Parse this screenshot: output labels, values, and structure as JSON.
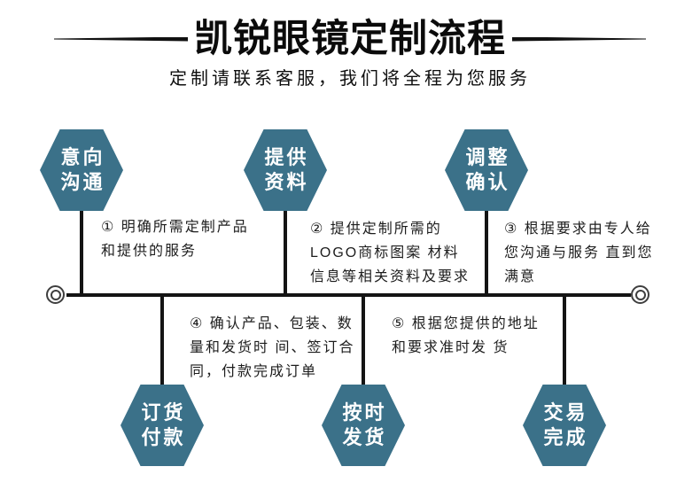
{
  "header": {
    "title": "凯锐眼镜定制流程",
    "subtitle": "定制请联系客服，我们将全程为您服务"
  },
  "colors": {
    "hexagon_fill": "#3b7189",
    "line_color": "#141414",
    "text_color": "#1d1d1d"
  },
  "steps": [
    {
      "hex": [
        "意向",
        "沟通"
      ],
      "desc": [
        "① 明确所需定制产品",
        "和提供的服务"
      ]
    },
    {
      "hex": [
        "提供",
        "资料"
      ],
      "desc": [
        "② 提供定制所需的",
        "LOGO商标图案 材料",
        "信息等相关资料及要求"
      ]
    },
    {
      "hex": [
        "调整",
        "确认"
      ],
      "desc": [
        "③ 根据要求由专人给",
        "您沟通与服务 直到您",
        "满意"
      ]
    },
    {
      "hex": [
        "订货",
        "付款"
      ],
      "desc": [
        "④ 确认产品、包装、数",
        "量和发货时 间、签订合",
        "同，付款完成订单"
      ]
    },
    {
      "hex": [
        "按时",
        "发货"
      ],
      "desc": [
        "⑤ 根据您提供的地址",
        "和要求准时发 货"
      ]
    },
    {
      "hex": [
        "交易",
        "完成"
      ],
      "desc": []
    }
  ]
}
